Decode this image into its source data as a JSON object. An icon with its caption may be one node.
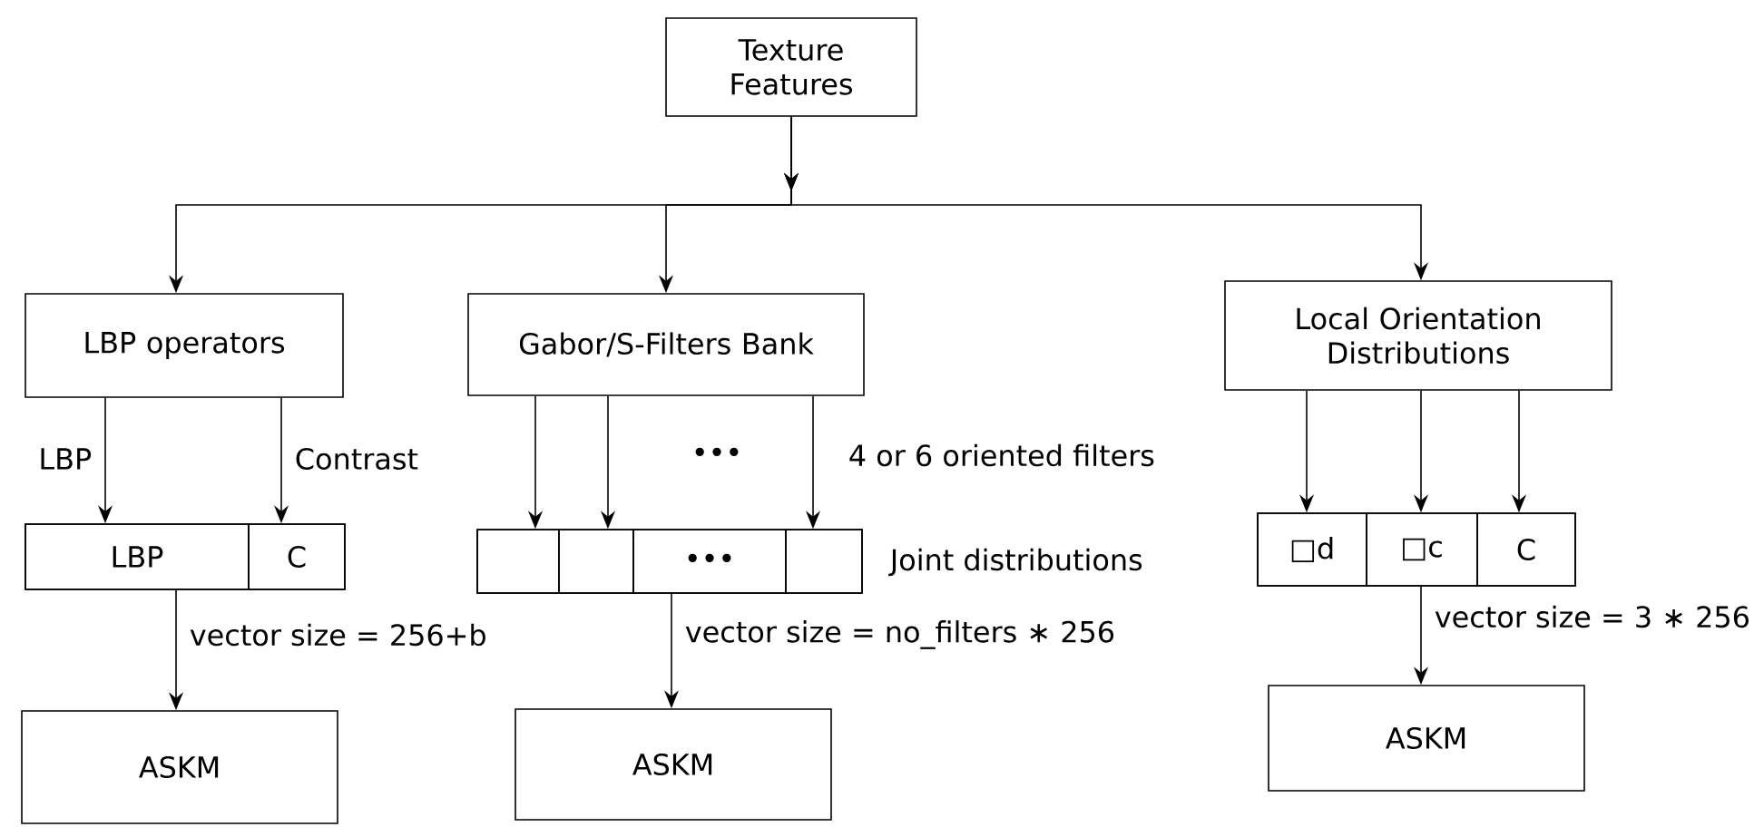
{
  "diagram": {
    "nodes": [
      {
        "text": [
          "Texture Features"
        ]
      },
      {
        "text": [
          "LBP operators"
        ]
      },
      {
        "text": [
          "Gabor/S-Filters Bank"
        ]
      },
      {
        "text": [
          "Local Orientation Distributions"
        ]
      },
      {
        "text": [],
        "shape": "box"
      },
      {
        "text": [
          "LBP"
        ],
        "in": 4
      },
      {
        "text": [
          "C"
        ],
        "in": 4
      },
      {
        "text": [
          "ASKM"
        ]
      },
      {
        "text": [],
        "shape": "box"
      },
      {
        "text": [],
        "shape": "box",
        "in": 8
      },
      {
        "text": [],
        "shape": "box",
        "in": 8
      },
      {
        "text": [
          "•••"
        ],
        "in": 8
      },
      {
        "text": [],
        "shape": "box",
        "in": 8
      },
      {
        "text": [
          "ASKM"
        ]
      },
      {
        "text": [],
        "shape": "box"
      },
      {
        "text": [
          "□d"
        ],
        "in": 14
      },
      {
        "text": [
          "□c"
        ],
        "in": 14
      },
      {
        "text": [
          "C"
        ],
        "in": 14
      },
      {
        "text": [
          "ASKM"
        ]
      }
    ],
    "edges": [
      {
        "from": 0,
        "to": 1,
        "arrow": "to"
      },
      {
        "from": 0,
        "to": 2,
        "arrow": "to"
      },
      {
        "from": 0,
        "to": 3,
        "arrow": "to"
      },
      {
        "from": 1,
        "to": 5,
        "arrow": "to",
        "label": "LBP"
      },
      {
        "from": 1,
        "to": 6,
        "arrow": "to",
        "label": "Contrast"
      },
      {
        "from": 4,
        "to": 7,
        "arrow": "to",
        "label": "vector size = 256+b"
      },
      {
        "from": 2,
        "to": 9,
        "arrow": "to"
      },
      {
        "from": 2,
        "to": 10,
        "arrow": "to"
      },
      {
        "from": 2,
        "to": 12,
        "arrow": "to"
      },
      {
        "from": 8,
        "to": 13,
        "arrow": "to",
        "label": "vector size = no_filters ∗ 256"
      },
      {
        "from": 3,
        "to": 15,
        "arrow": "to"
      },
      {
        "from": 3,
        "to": 16,
        "arrow": "to"
      },
      {
        "from": 3,
        "to": 17,
        "arrow": "to"
      },
      {
        "from": 14,
        "to": 18,
        "arrow": "to",
        "label": "vector size = 3 ∗ 256"
      }
    ],
    "labels": [
      "•••",
      "4 or 6 oriented filters",
      "Joint distributions"
    ]
  }
}
